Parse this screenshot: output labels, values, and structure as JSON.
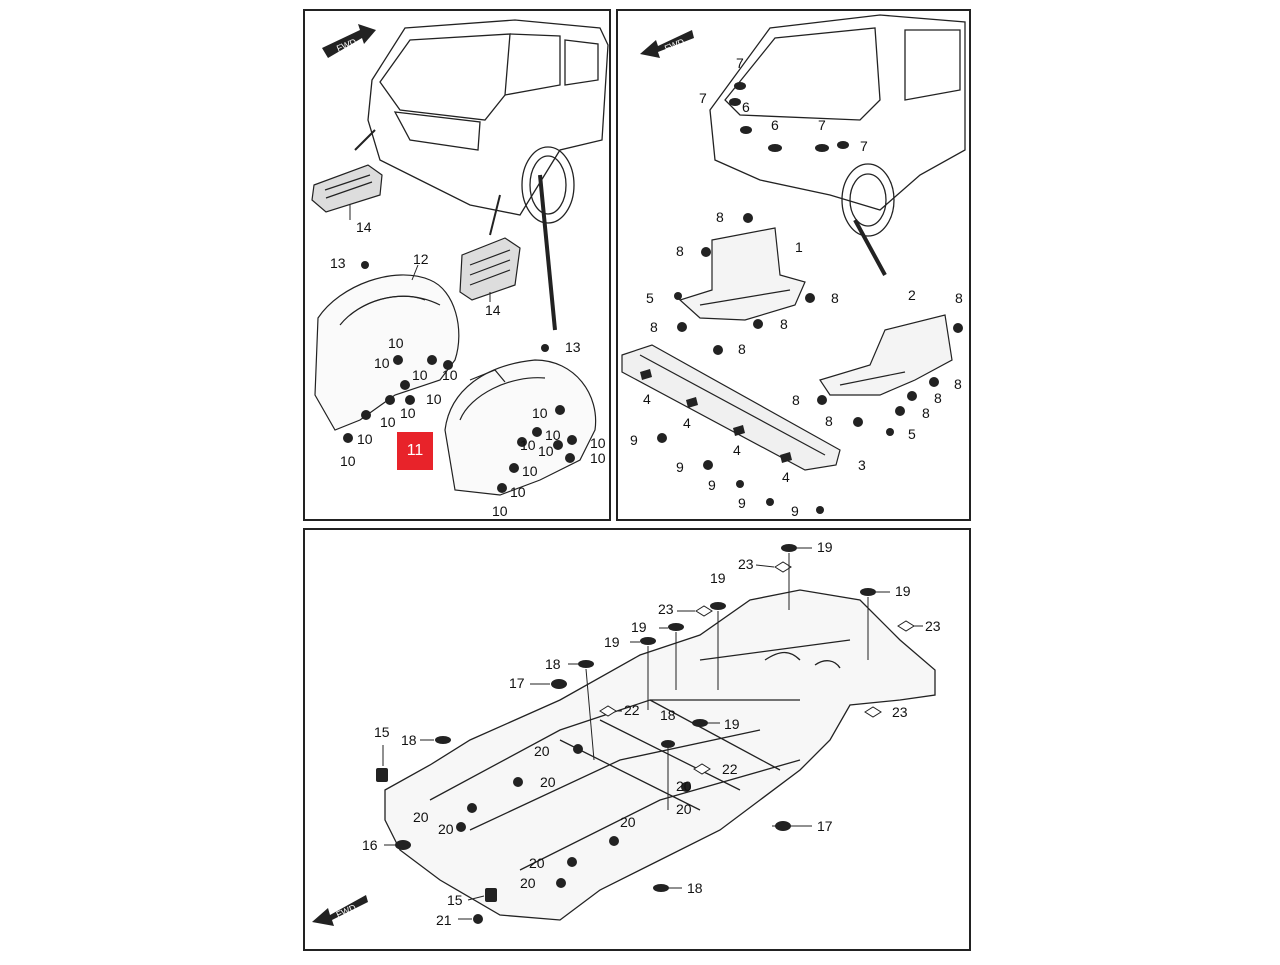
{
  "highlight": {
    "label": "11",
    "color": "#e8232a"
  },
  "fwd_label": "FWD",
  "panels": [
    {
      "id": "rear-wheel-liners",
      "callouts": [
        "14",
        "14",
        "13",
        "12",
        "13",
        "10",
        "10",
        "10",
        "10",
        "10",
        "10",
        "10",
        "10",
        "10",
        "10",
        "10",
        "10",
        "10",
        "10",
        "10",
        "10",
        "10",
        "10"
      ]
    },
    {
      "id": "rear-undercovers",
      "callouts": [
        "7",
        "7",
        "6",
        "6",
        "7",
        "7",
        "8",
        "8",
        "1",
        "8",
        "5",
        "8",
        "8",
        "8",
        "2",
        "8",
        "8",
        "8",
        "8",
        "8",
        "8",
        "4",
        "4",
        "5",
        "4",
        "3",
        "9",
        "9",
        "9",
        "9",
        "9",
        "4"
      ]
    },
    {
      "id": "floor-underbody",
      "callouts": [
        "19",
        "23",
        "19",
        "19",
        "23",
        "23",
        "19",
        "19",
        "18",
        "17",
        "22",
        "18",
        "19",
        "15",
        "18",
        "20",
        "20",
        "22",
        "20",
        "20",
        "20",
        "20",
        "17",
        "16",
        "20",
        "20",
        "20",
        "15",
        "18",
        "21",
        "23"
      ]
    }
  ]
}
